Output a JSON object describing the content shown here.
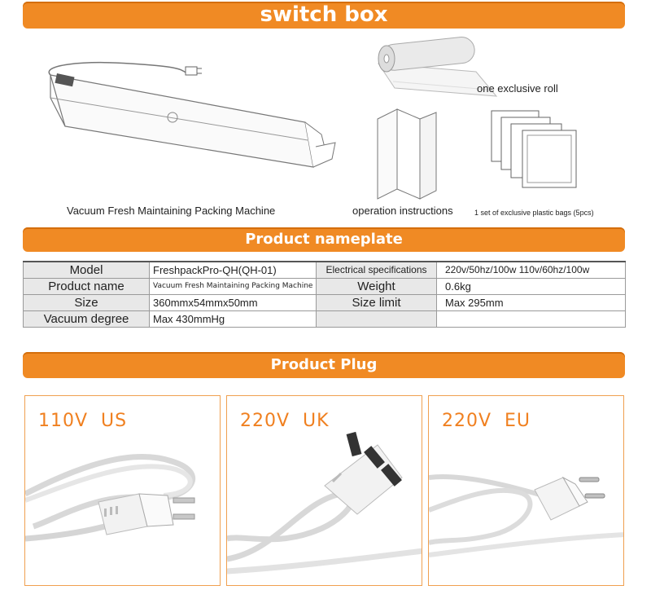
{
  "switch_box": {
    "title": "switch box",
    "machine_caption": "Vacuum Fresh Maintaining Packing Machine",
    "roll_caption": "one exclusive roll",
    "instructions_caption": "operation instructions",
    "bags_caption": "1 set of exclusive plastic bags (5pcs)"
  },
  "nameplate": {
    "title": "Product nameplate",
    "rows": [
      {
        "label1": "Model",
        "value1": "FreshpackPro-QH(QH-01)",
        "label2": "Electrical specifications",
        "value2": "220v/50hz/100w     110v/60hz/100w"
      },
      {
        "label1": "Product name",
        "value1": "Vacuum Fresh Maintaining Packing Machine",
        "label2": "Weight",
        "value2": "0.6kg"
      },
      {
        "label1": "Size",
        "value1": "360mmx54mmx50mm",
        "label2": "Size limit",
        "value2": "Max 295mm"
      },
      {
        "label1": "Vacuum degree",
        "value1": "Max 430mmHg",
        "label2": "",
        "value2": ""
      }
    ]
  },
  "plug": {
    "title": "Product Plug",
    "cards": [
      {
        "label": "110V  US",
        "icon": "us-plug-icon"
      },
      {
        "label": "220V  UK",
        "icon": "uk-plug-icon"
      },
      {
        "label": "220V  EU",
        "icon": "eu-plug-icon"
      }
    ]
  },
  "colors": {
    "accent": "#f08a24",
    "label_bg": "#e8e8e8"
  }
}
